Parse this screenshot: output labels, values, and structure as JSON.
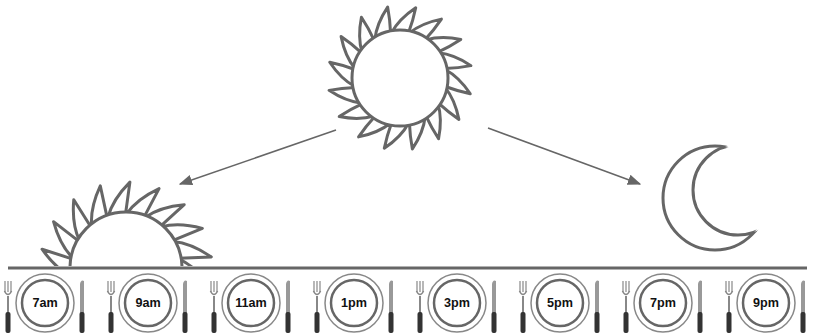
{
  "diagram": {
    "nodes": [
      {
        "text": [
          "7am"
        ]
      },
      {
        "text": [
          "9am"
        ]
      },
      {
        "text": [
          "11am"
        ]
      },
      {
        "text": [
          "1pm"
        ]
      },
      {
        "text": [
          "3pm"
        ]
      },
      {
        "text": [
          "5pm"
        ]
      },
      {
        "text": [
          "7pm"
        ]
      },
      {
        "text": [
          "9pm"
        ]
      }
    ]
  }
}
